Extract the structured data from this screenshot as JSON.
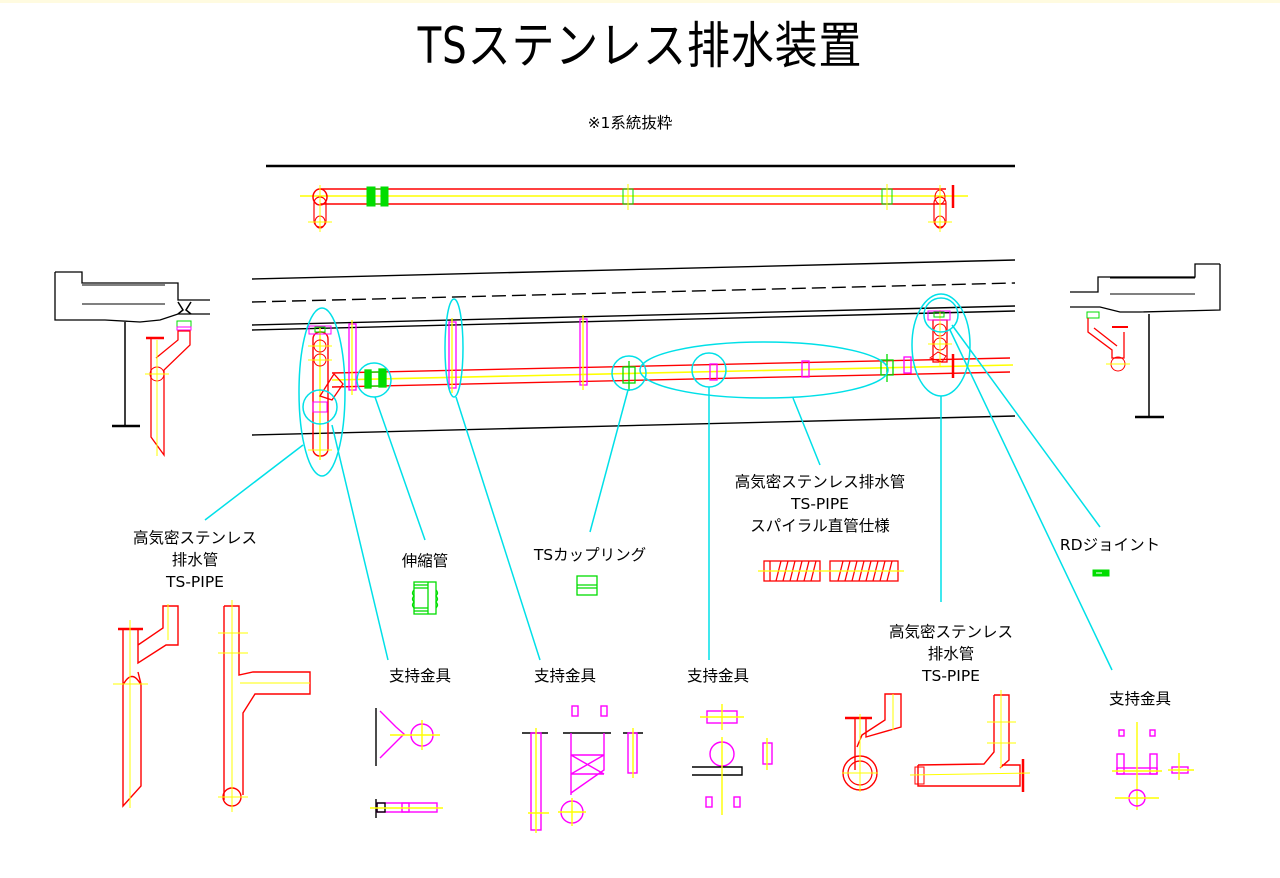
{
  "title": "TSステンレス排水装置",
  "subtitle": "※1系統抜粋",
  "colors": {
    "pipe": "#ff0000",
    "centerline": "#ffff00",
    "coupling": "#00e000",
    "support": "#ff00ff",
    "callout": "#00e0e8",
    "structure": "#000000"
  },
  "labels": {
    "pipe_left": [
      "高気密ステンレス",
      "排水管",
      "TS-PIPE"
    ],
    "expansion": "伸縮管",
    "coupling": "TSカップリング",
    "spiral": [
      "高気密ステンレス排水管",
      "TS-PIPE",
      "スパイラル直管仕様"
    ],
    "rd_joint": "RDジョイント",
    "pipe_right": [
      "高気密ステンレス",
      "排水管",
      "TS-PIPE"
    ],
    "support_1": "支持金具",
    "support_2": "支持金具",
    "support_3": "支持金具",
    "support_4": "支持金具"
  }
}
